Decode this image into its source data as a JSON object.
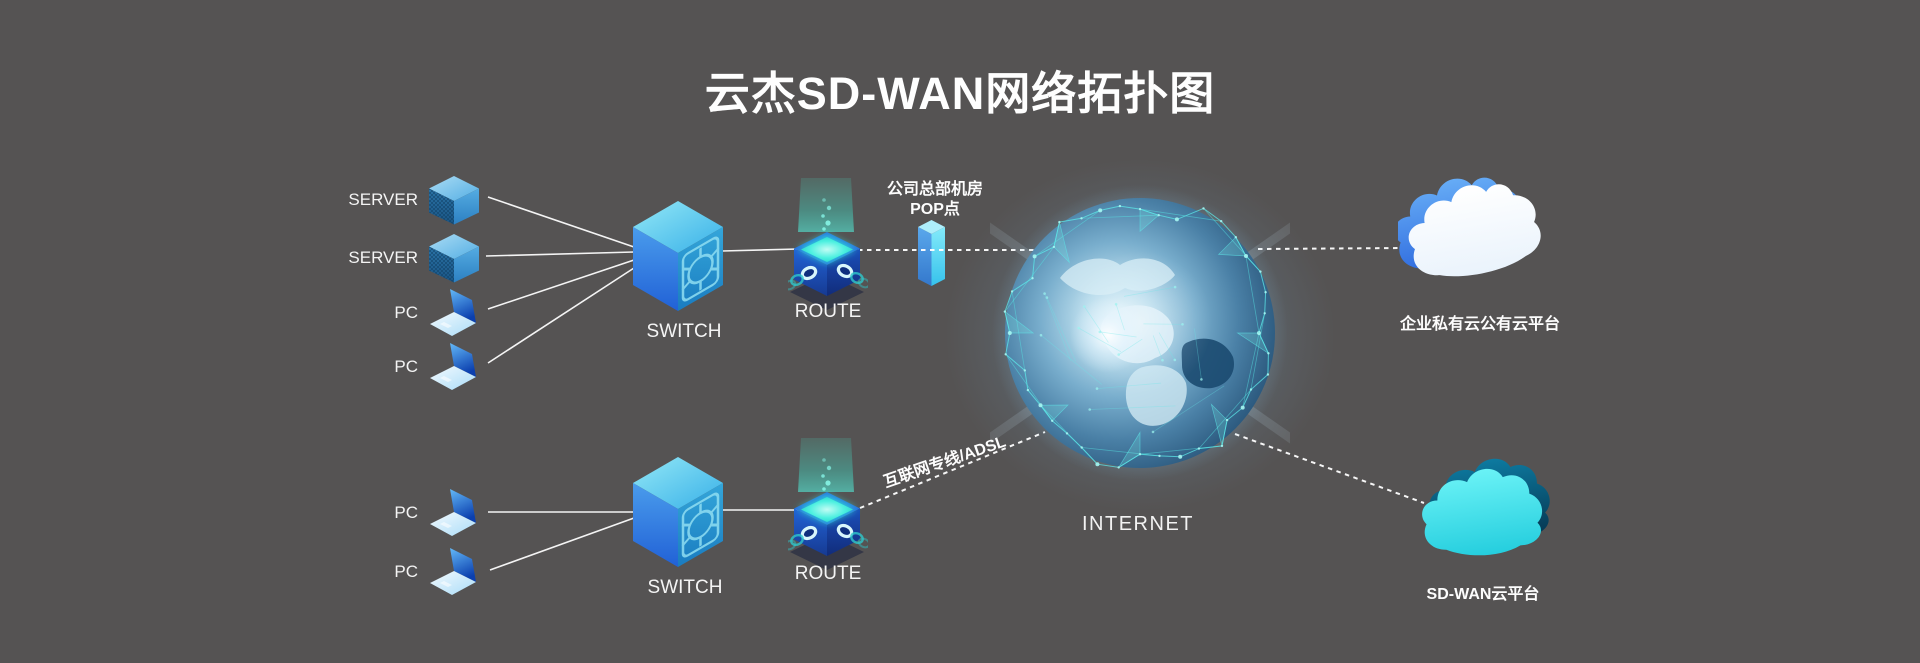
{
  "title": {
    "text": "云杰SD-WAN网络拓扑图"
  },
  "colors": {
    "background": "#555353",
    "connector_line": "#ffffff",
    "device_blue": "#3f9ad8",
    "laptop_blue": "#1a5fd0",
    "switch_cyan": "#3cb4e8",
    "router_navy": "#1c4cb4",
    "router_glow_cyan": "#35eede",
    "pop_bar_cyan": "#55d4f4",
    "globe_wire_cyan": "#5ceaea",
    "cloud_enterprise_white": "#ffffff",
    "cloud_enterprise_blue": "#4a90e8",
    "cloud_sdwan_cyan": "#3fe0ec",
    "cloud_sdwan_teal": "#0b5f86"
  },
  "lan_top": {
    "devices": [
      {
        "label": "SERVER"
      },
      {
        "label": "SERVER"
      },
      {
        "label": "PC"
      },
      {
        "label": "PC"
      }
    ],
    "switch_label": "SWITCH",
    "route_label": "ROUTE"
  },
  "lan_bottom": {
    "devices": [
      {
        "label": "PC"
      },
      {
        "label": "PC"
      }
    ],
    "switch_label": "SWITCH",
    "route_label": "ROUTE"
  },
  "pop": {
    "line1": "公司总部机房",
    "line2": "POP点"
  },
  "internet": {
    "label": "INTERNET"
  },
  "clouds": {
    "enterprise": "企业私有云公有云平台",
    "sdwan": "SD-WAN云平台"
  },
  "links": {
    "adsl": "互联网专线/ADSL"
  }
}
